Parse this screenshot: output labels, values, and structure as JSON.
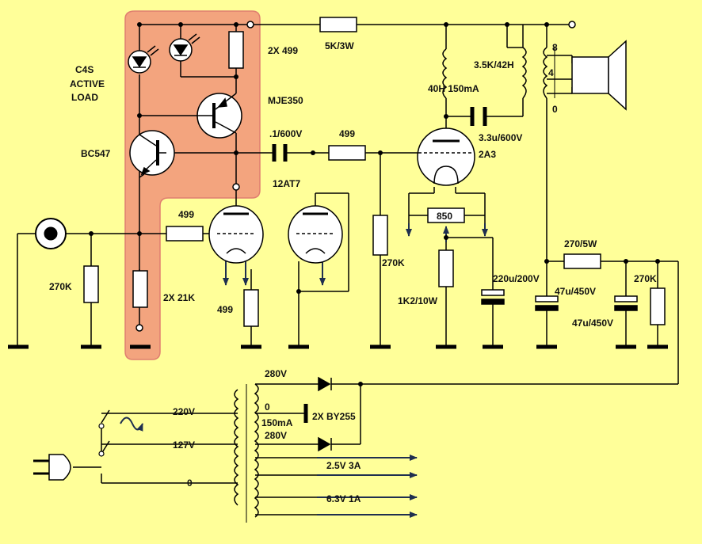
{
  "colors": {
    "background": "#ffff99",
    "highlight": "#f3a47e",
    "ink": "#000000",
    "arrow": "#1f2f4f"
  },
  "labels": {
    "c4s_line1": "C4S",
    "c4s_line2": "ACTIVE",
    "c4s_line3": "LOAD",
    "bc547": "BC547",
    "mje350": "MJE350",
    "r_2x499": "2X 499",
    "r_5k3w": "5K/3W",
    "r_2x21k": "2X 21K",
    "r_499_grid": "499",
    "r_499_cathode": "499",
    "r_499_2a3": "499",
    "r_270k_in": "270K",
    "r_270k_mid": "270K",
    "r_270k_right": "270K",
    "tube_12at7": "12AT7",
    "tube_2a3": "2A3",
    "c_01_600": ".1/600V",
    "choke_40h": "40H 150mA",
    "ot_35k": "3.5K/42H",
    "c_33u": "3.3u/600V",
    "ot_tap8": "8",
    "ot_tap4": "4",
    "ot_tap0": "0",
    "r_850": "850",
    "r_1k2": "1K2/10W",
    "c_220u": "220u/200V",
    "r_270_5w": "270/5W",
    "c_47u_a": "47u/450V",
    "c_47u_b": "47u/450V",
    "pt_280a": "280V",
    "pt_0": "0",
    "pt_150ma": "150mA",
    "pt_280b": "280V",
    "diodes": "2X BY255",
    "pt_220": "220V",
    "pt_127": "127V",
    "pt_0_pri": "0",
    "pt_25v": "2.5V 3A",
    "pt_63v": "6.3V 1A"
  }
}
